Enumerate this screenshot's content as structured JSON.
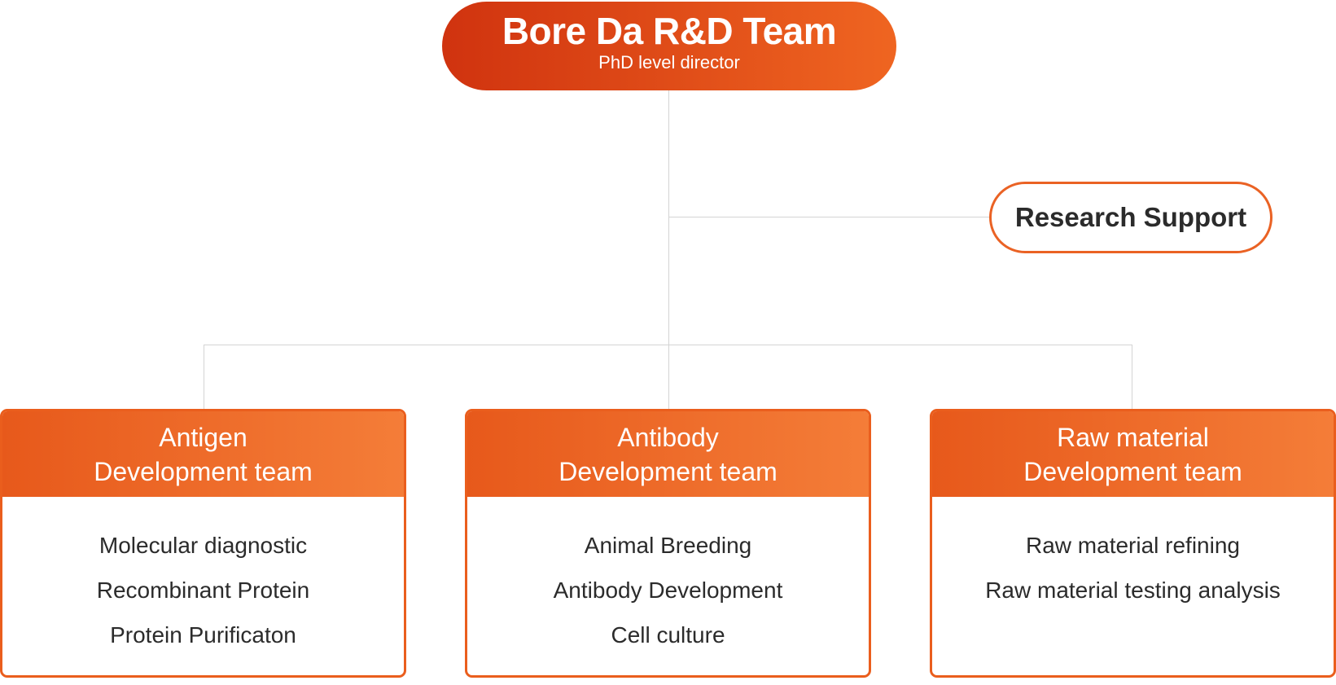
{
  "director": {
    "title": "Bore Da R&D Team",
    "subtitle": "PhD level director"
  },
  "support": {
    "label": "Research Support"
  },
  "teams": [
    {
      "title_line1": "Antigen",
      "title_line2": "Development team",
      "items": [
        "Molecular diagnostic",
        "Recombinant Protein",
        "Protein Purificaton"
      ]
    },
    {
      "title_line1": "Antibody",
      "title_line2": "Development team",
      "items": [
        "Animal Breeding",
        "Antibody Development",
        "Cell culture"
      ]
    },
    {
      "title_line1": "Raw material",
      "title_line2": "Development team",
      "items": [
        "Raw material refining",
        "Raw material testing analysis"
      ]
    }
  ],
  "colors": {
    "accent": "#ea5e1d",
    "accent_dark": "#d0330f",
    "connector": "#d4d4d4",
    "text": "#2b2b2b"
  }
}
